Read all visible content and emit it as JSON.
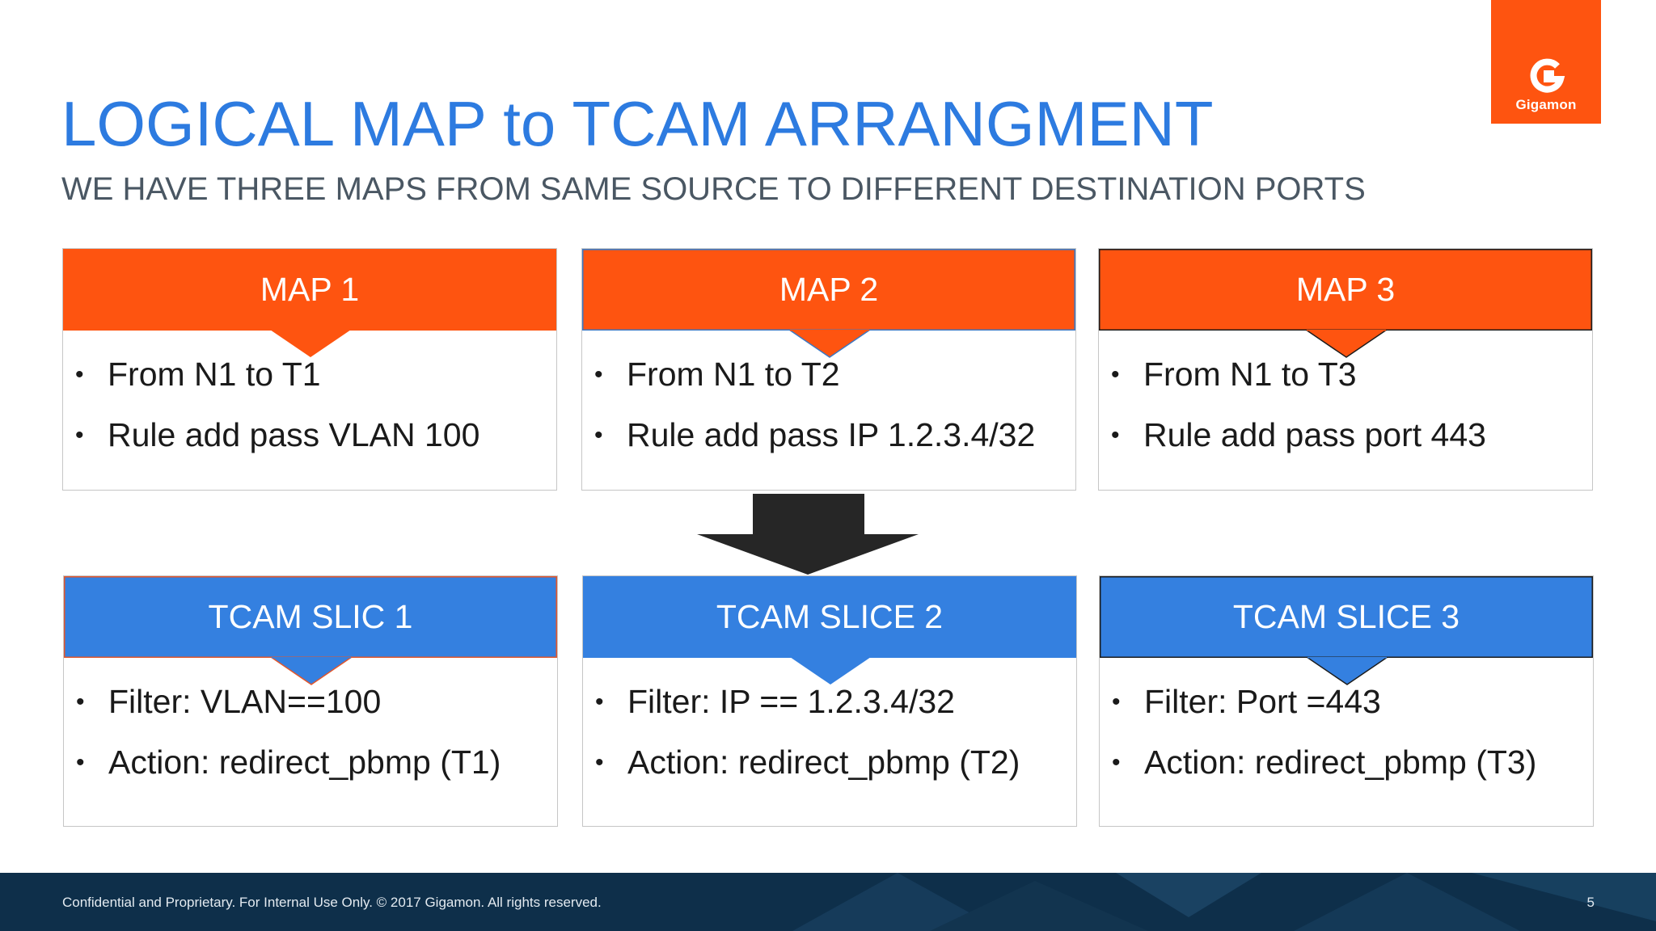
{
  "brand": {
    "name": "Gigamon",
    "color": "#fe5410",
    "logo_icon": "gigamon-g-icon"
  },
  "title": "LOGICAL MAP to TCAM ARRANGMENT",
  "subtitle": "WE HAVE THREE MAPS FROM SAME SOURCE TO DIFFERENT DESTINATION PORTS",
  "maps": [
    {
      "heading": "MAP 1",
      "items": [
        "From N1 to T1",
        "Rule add pass VLAN 100"
      ]
    },
    {
      "heading": "MAP 2",
      "items": [
        "From N1 to T2",
        "Rule add pass IP 1.2.3.4/32"
      ]
    },
    {
      "heading": "MAP 3",
      "items": [
        "From N1 to T3",
        "Rule add pass port 443"
      ]
    }
  ],
  "arrow_icon": "down-arrow-icon",
  "slices": [
    {
      "heading": "TCAM SLIC 1",
      "items": [
        "Filter:  VLAN==100",
        "Action: redirect_pbmp (T1)"
      ]
    },
    {
      "heading": "TCAM SLICE 2",
      "items": [
        "Filter: IP == 1.2.3.4/32",
        "Action: redirect_pbmp (T2)"
      ]
    },
    {
      "heading": "TCAM SLICE 3",
      "items": [
        "Filter: Port =443",
        "Action: redirect_pbmp (T3)"
      ]
    }
  ],
  "colors": {
    "map_header": "#fe5410",
    "slice_header": "#3480e0",
    "title": "#2d7be0",
    "footer": "#0e2f4a"
  },
  "footer": {
    "confidential": "Confidential and Proprietary. For Internal Use Only.  © 2017 Gigamon.  All rights reserved.",
    "page_number": "5"
  }
}
